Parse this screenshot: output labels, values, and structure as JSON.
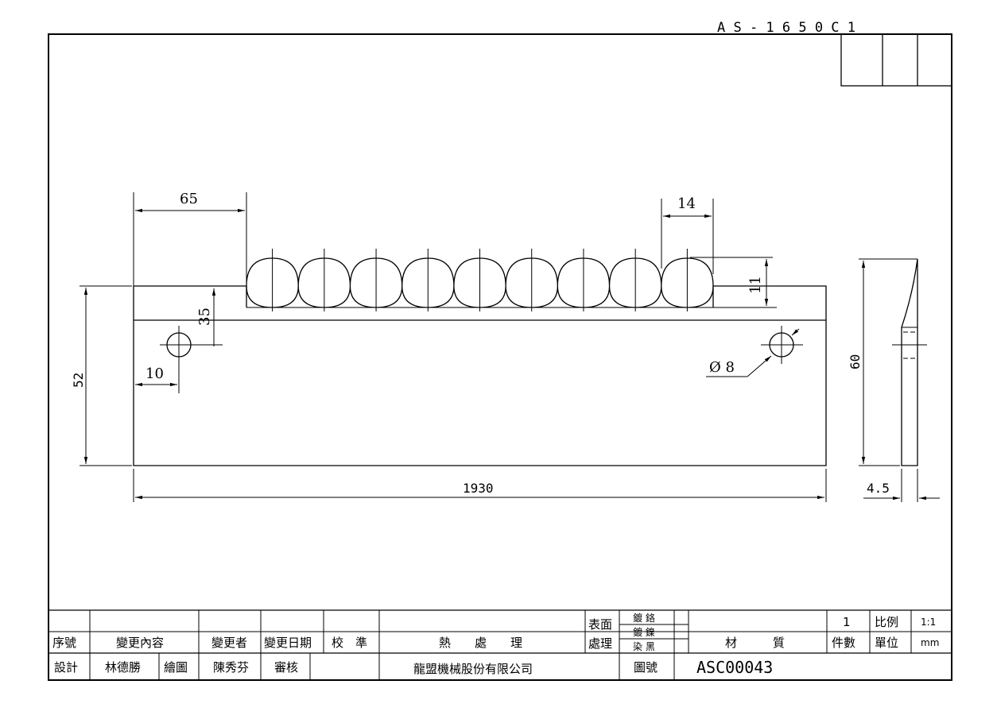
{
  "drawing": {
    "drawing_code": "A S - 1 6 5 0 C 1",
    "dimensions": {
      "top_offset": "65",
      "pitch": "14",
      "tooth_depth": "11",
      "hole_depth": "35",
      "height": "52",
      "hole_edge": "10",
      "hole_diameter": "Ø 8",
      "length": "1930",
      "side_height": "60",
      "thickness": "4.5"
    }
  },
  "title_block": {
    "h_seq": "序號",
    "h_change": "變更內容",
    "h_changer": "變更者",
    "h_change_date": "變更日期",
    "h_calibrate": "校　準",
    "h_heat": "熱　　處　　理",
    "h_surface_a": "表面",
    "h_surface_b": "處理",
    "plating_1": "鍍 鉻",
    "plating_2": "鍍 鎳",
    "plating_3": "染 黑",
    "h_material": "材　　　質",
    "qty_value": "1",
    "h_qty": "件數",
    "h_scale": "比例",
    "scale_value": "1:1",
    "h_unit": "單位",
    "unit_value": "mm",
    "h_design": "設計",
    "designer": "林德勝",
    "h_drawn": "繪圖",
    "drafter": "陳秀芬",
    "h_review": "審核",
    "company": "龍盟機械股份有限公司",
    "h_drawing_no": "圖號",
    "drawing_no": "ASC00043"
  }
}
